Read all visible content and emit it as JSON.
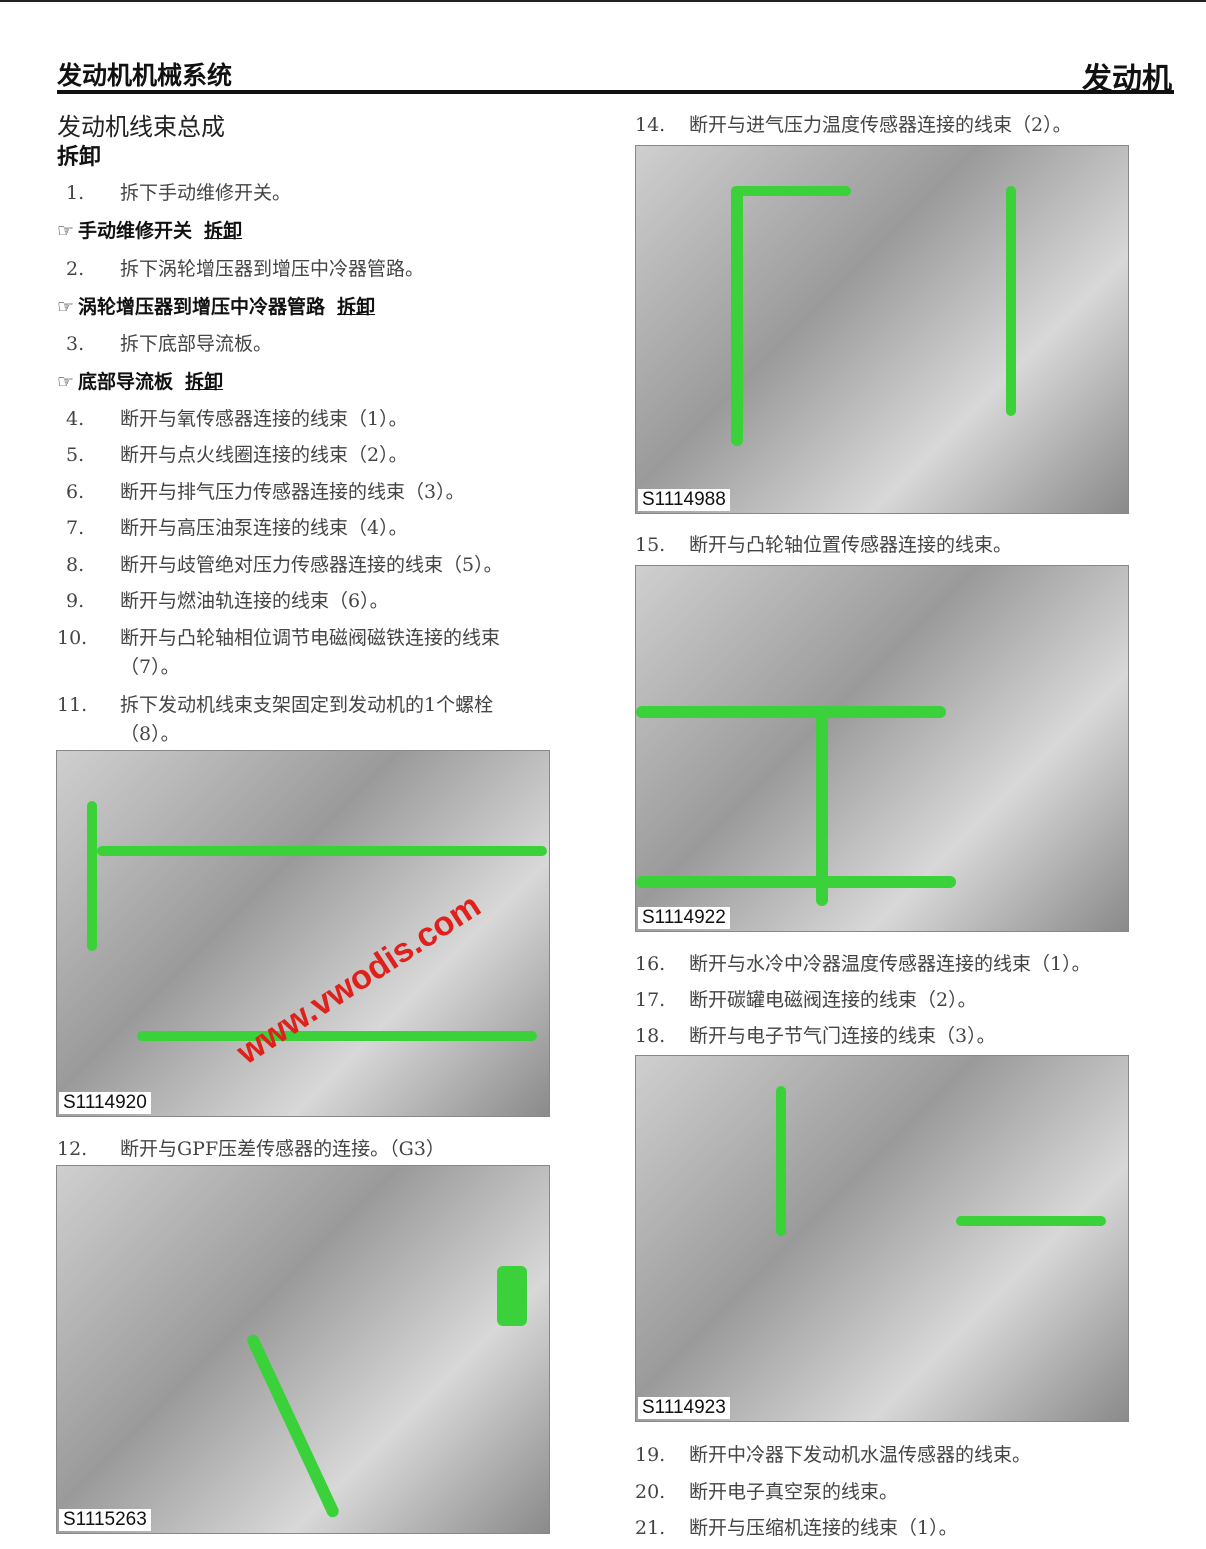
{
  "header": {
    "section": "发动机机械系统",
    "chapter": "发动机"
  },
  "title": "发动机线束总成",
  "subtitle": "拆卸",
  "steps_left": [
    {
      "n": "1.",
      "text": "拆下手动维修开关。"
    },
    {
      "n": "2.",
      "text": "拆下涡轮增压器到增压中冷器管路。"
    },
    {
      "n": "3.",
      "text": "拆下底部导流板。"
    },
    {
      "n": "4.",
      "text": "断开与氧传感器连接的线束（1）。"
    },
    {
      "n": "5.",
      "text": "断开与点火线圈连接的线束（2）。"
    },
    {
      "n": "6.",
      "text": "断开与排气压力传感器连接的线束（3）。"
    },
    {
      "n": "7.",
      "text": "断开与高压油泵连接的线束（4）。"
    },
    {
      "n": "8.",
      "text": "断开与歧管绝对压力传感器连接的线束（5）。"
    },
    {
      "n": "9.",
      "text": "断开与燃油轨连接的线束（6）。"
    },
    {
      "n": "10.",
      "text": "断开与凸轮轴相位调节电磁阀磁铁连接的线束",
      "cont": "（7）。"
    },
    {
      "n": "11.",
      "text": "拆下发动机线束支架固定到发动机的1个螺栓",
      "cont": "（8）。"
    },
    {
      "n": "12.",
      "text": "断开与GPF压差传感器的连接。（G3）"
    }
  ],
  "refs": [
    {
      "icon": "pointing-hand-icon",
      "text": "手动维修开关",
      "link": "拆卸"
    },
    {
      "icon": "pointing-hand-icon",
      "text": "涡轮增压器到增压中冷器管路",
      "link": "拆卸"
    },
    {
      "icon": "pointing-hand-icon",
      "text": "底部导流板",
      "link": "拆卸"
    }
  ],
  "steps_right": [
    {
      "n": "14.",
      "text": "断开与进气压力温度传感器连接的线束（2）。"
    },
    {
      "n": "15.",
      "text": "断开与凸轮轴位置传感器连接的线束。"
    },
    {
      "n": "16.",
      "text": "断开与水冷中冷器温度传感器连接的线束（1）。"
    },
    {
      "n": "17.",
      "text": "断开碳罐电磁阀连接的线束（2）。"
    },
    {
      "n": "18.",
      "text": "断开与电子节气门连接的线束（3）。"
    },
    {
      "n": "19.",
      "text": "断开中冷器下发动机水温传感器的线束。"
    },
    {
      "n": "20.",
      "text": "断开电子真空泵的线束。"
    },
    {
      "n": "21.",
      "text": "断开与压缩机连接的线束（1）。"
    }
  ],
  "figures": [
    "S1114920",
    "S1115263",
    "S1114988",
    "S1114922",
    "S1114923"
  ],
  "watermark": "www.vwodis.com",
  "colors": {
    "harness": "#3ad13a",
    "watermark": "#e0201a"
  }
}
